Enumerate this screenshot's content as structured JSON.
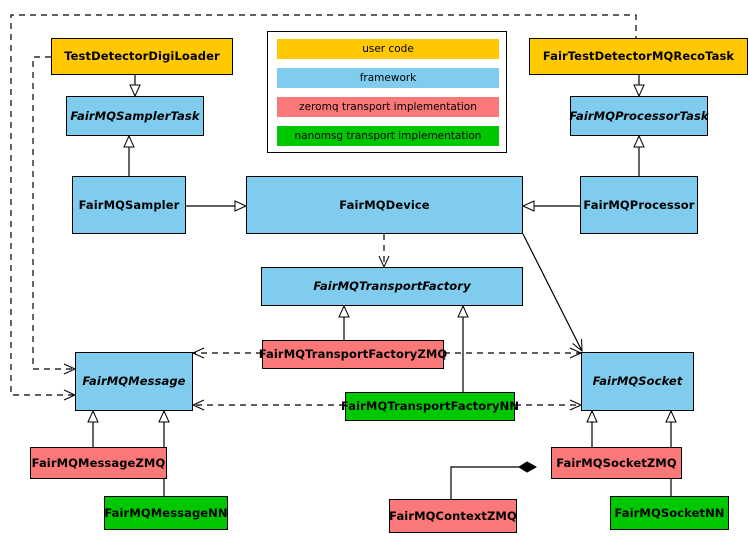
{
  "diagram": {
    "title": "FairMQ class diagram",
    "colors": {
      "user_code": "#FFC800",
      "framework": "#7FCCEE",
      "zeromq": "#FA7878",
      "nanomsg": "#00C800",
      "line": "#000000",
      "background": "#FFFFFF"
    }
  },
  "legend": {
    "items": [
      {
        "label": "user code",
        "color": "#FFC800",
        "key": "user-code"
      },
      {
        "label": "framework",
        "color": "#7FCCEE",
        "key": "framework"
      },
      {
        "label": "zeromq transport implementation",
        "color": "#FA7878",
        "key": "zeromq"
      },
      {
        "label": "nanomsg transport implementation",
        "color": "#00C800",
        "key": "nanomsg"
      }
    ]
  },
  "nodes": [
    {
      "id": "TestDetectorDigiLoader",
      "label": "TestDetectorDigiLoader",
      "category": "user code",
      "abstract": false
    },
    {
      "id": "FairTestDetectorMQRecoTask",
      "label": "FairTestDetectorMQRecoTask",
      "category": "user code",
      "abstract": false
    },
    {
      "id": "FairMQSamplerTask",
      "label": "FairMQSamplerTask",
      "category": "framework",
      "abstract": true
    },
    {
      "id": "FairMQProcessorTask",
      "label": "FairMQProcessorTask",
      "category": "framework",
      "abstract": true
    },
    {
      "id": "FairMQSampler",
      "label": "FairMQSampler",
      "category": "framework",
      "abstract": false
    },
    {
      "id": "FairMQDevice",
      "label": "FairMQDevice",
      "category": "framework",
      "abstract": false
    },
    {
      "id": "FairMQProcessor",
      "label": "FairMQProcessor",
      "category": "framework",
      "abstract": false
    },
    {
      "id": "FairMQTransportFactory",
      "label": "FairMQTransportFactory",
      "category": "framework",
      "abstract": true
    },
    {
      "id": "FairMQTransportFactoryZMQ",
      "label": "FairMQTransportFactoryZMQ",
      "category": "zeromq",
      "abstract": false
    },
    {
      "id": "FairMQTransportFactoryNN",
      "label": "FairMQTransportFactoryNN",
      "category": "nanomsg",
      "abstract": false
    },
    {
      "id": "FairMQMessage",
      "label": "FairMQMessage",
      "category": "framework",
      "abstract": true
    },
    {
      "id": "FairMQSocket",
      "label": "FairMQSocket",
      "category": "framework",
      "abstract": true
    },
    {
      "id": "FairMQMessageZMQ",
      "label": "FairMQMessageZMQ",
      "category": "zeromq",
      "abstract": false
    },
    {
      "id": "FairMQMessageNN",
      "label": "FairMQMessageNN",
      "category": "nanomsg",
      "abstract": false
    },
    {
      "id": "FairMQSocketZMQ",
      "label": "FairMQSocketZMQ",
      "category": "zeromq",
      "abstract": false
    },
    {
      "id": "FairMQSocketNN",
      "label": "FairMQSocketNN",
      "category": "nanomsg",
      "abstract": false
    },
    {
      "id": "FairMQContextZMQ",
      "label": "FairMQContextZMQ",
      "category": "zeromq",
      "abstract": false
    }
  ],
  "edges": [
    {
      "from": "TestDetectorDigiLoader",
      "to": "FairMQSamplerTask",
      "type": "generalization"
    },
    {
      "from": "FairTestDetectorMQRecoTask",
      "to": "FairMQProcessorTask",
      "type": "generalization"
    },
    {
      "from": "FairMQSampler",
      "to": "FairMQSamplerTask",
      "type": "generalization"
    },
    {
      "from": "FairMQProcessor",
      "to": "FairMQProcessorTask",
      "type": "generalization"
    },
    {
      "from": "FairMQSampler",
      "to": "FairMQDevice",
      "type": "generalization"
    },
    {
      "from": "FairMQProcessor",
      "to": "FairMQDevice",
      "type": "generalization"
    },
    {
      "from": "FairMQDevice",
      "to": "FairMQTransportFactory",
      "type": "dependency"
    },
    {
      "from": "FairMQDevice",
      "to": "FairMQSocket",
      "type": "association"
    },
    {
      "from": "FairMQTransportFactoryZMQ",
      "to": "FairMQTransportFactory",
      "type": "generalization"
    },
    {
      "from": "FairMQTransportFactoryNN",
      "to": "FairMQTransportFactory",
      "type": "generalization"
    },
    {
      "from": "FairMQTransportFactoryZMQ",
      "to": "FairMQMessage",
      "type": "dependency"
    },
    {
      "from": "FairMQTransportFactoryZMQ",
      "to": "FairMQSocket",
      "type": "dependency"
    },
    {
      "from": "FairMQTransportFactoryNN",
      "to": "FairMQMessage",
      "type": "dependency"
    },
    {
      "from": "FairMQTransportFactoryNN",
      "to": "FairMQSocket",
      "type": "dependency"
    },
    {
      "from": "TestDetectorDigiLoader",
      "to": "FairMQMessage",
      "type": "dependency"
    },
    {
      "from": "FairTestDetectorMQRecoTask",
      "to": "FairMQMessage",
      "type": "dependency"
    },
    {
      "from": "FairMQMessageZMQ",
      "to": "FairMQMessage",
      "type": "generalization"
    },
    {
      "from": "FairMQMessageNN",
      "to": "FairMQMessage",
      "type": "generalization"
    },
    {
      "from": "FairMQSocketZMQ",
      "to": "FairMQSocket",
      "type": "generalization"
    },
    {
      "from": "FairMQSocketNN",
      "to": "FairMQSocket",
      "type": "generalization"
    },
    {
      "from": "FairMQSocketZMQ",
      "to": "FairMQContextZMQ",
      "type": "composition"
    }
  ]
}
